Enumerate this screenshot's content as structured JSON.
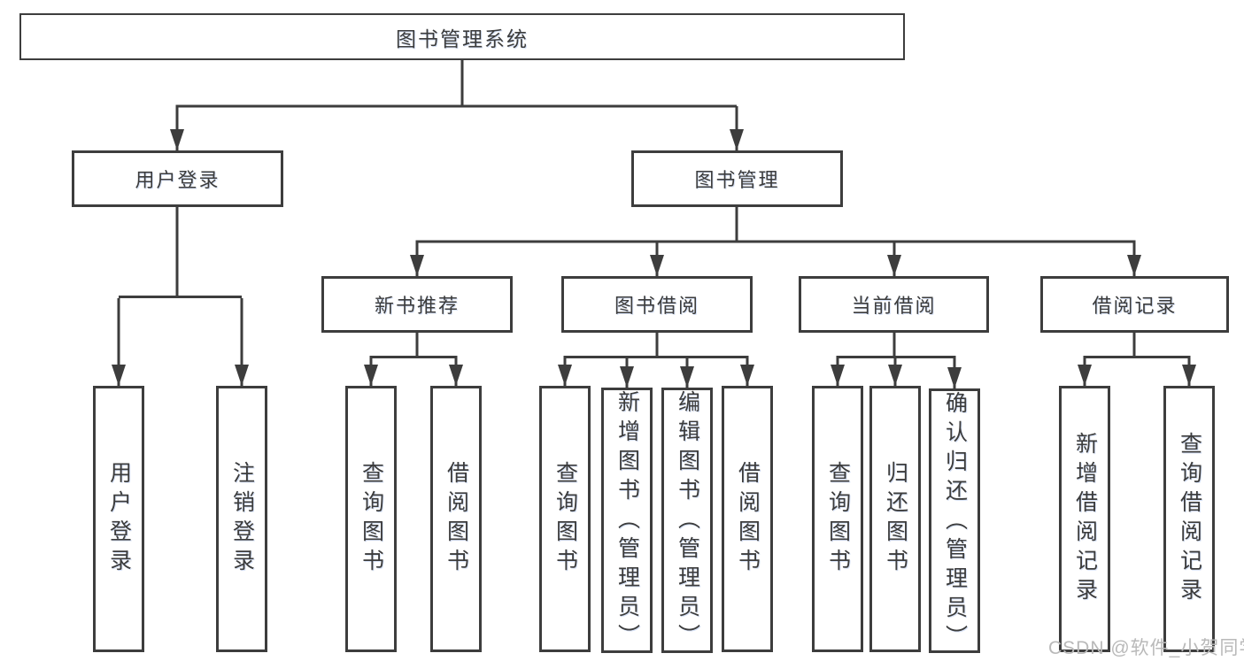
{
  "tree": {
    "root": "图书管理系统",
    "children": [
      {
        "label": "用户登录",
        "leaves": [
          "用户登录",
          "注销登录"
        ]
      },
      {
        "label": "图书管理",
        "children": [
          {
            "label": "新书推荐",
            "leaves": [
              "查询图书",
              "借阅图书"
            ]
          },
          {
            "label": "图书借阅",
            "leaves": [
              "查询图书",
              "新增图书（管理员）",
              "编辑图书（管理员）",
              "借阅图书"
            ]
          },
          {
            "label": "当前借阅",
            "leaves": [
              "查询图书",
              "归还图书",
              "确认归还（管理员）"
            ]
          },
          {
            "label": "借阅记录",
            "leaves": [
              "新增借阅记录",
              "查询借阅记录"
            ]
          }
        ]
      }
    ]
  },
  "watermark": "CSDN @软件_小贺同学",
  "colors": {
    "line": "#3d3d3d",
    "text": "#3c3c3c",
    "watermark": "#b9b9b9",
    "background": "#ffffff"
  }
}
